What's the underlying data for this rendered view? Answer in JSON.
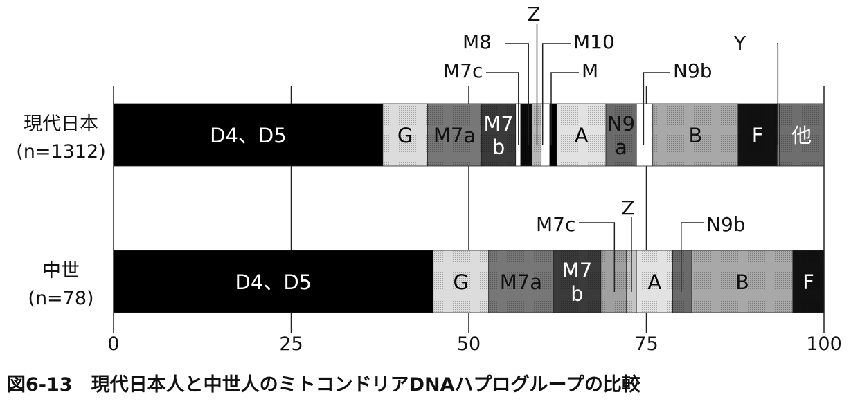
{
  "caption": "図6-13　現代日本人と中世人のミトコンドリアDNAハプログループの比較",
  "chart_data": {
    "type": "bar",
    "orientation": "horizontal-stacked",
    "title": "図6-13　現代日本人と中世人のミトコンドリアDNAハプログループの比較",
    "xlim": [
      0,
      100
    ],
    "xticks": [
      "0",
      "25",
      "50",
      "75",
      "100"
    ],
    "grid": true,
    "rows": [
      {
        "name": "現代日本",
        "n_label": "(n=1312)",
        "segments": [
          {
            "label": "D4、D5",
            "start": 0,
            "end": 37.9,
            "fill": "#000000",
            "text": "#ffffff"
          },
          {
            "label": "G",
            "start": 37.9,
            "end": 44.2,
            "fill": "#dcdcdc",
            "text": "#000000"
          },
          {
            "label": "M7a",
            "start": 44.2,
            "end": 51.8,
            "fill": "#777777",
            "text": "#111111"
          },
          {
            "label": "M7\nb",
            "start": 51.8,
            "end": 56.6,
            "fill": "#3a3a3a",
            "text": "#ffffff"
          },
          {
            "label": "",
            "name": "M7c",
            "start": 56.6,
            "end": 57.3,
            "fill": "#ffffff",
            "text": "#000000"
          },
          {
            "label": "",
            "name": "M8",
            "start": 57.3,
            "end": 58.9,
            "fill": "#0a0a0a",
            "text": "#ffffff"
          },
          {
            "label": "",
            "name": "Z",
            "start": 58.9,
            "end": 60.2,
            "fill": "#b8b8b8",
            "text": "#000000"
          },
          {
            "label": "",
            "name": "M10",
            "start": 60.2,
            "end": 61.4,
            "fill": "#ffffff",
            "text": "#000000"
          },
          {
            "label": "",
            "name": "M",
            "start": 61.4,
            "end": 62.4,
            "fill": "#000000",
            "text": "#ffffff"
          },
          {
            "label": "A",
            "start": 62.4,
            "end": 69.3,
            "fill": "#e2e2e2",
            "text": "#000000"
          },
          {
            "label": "N9\na",
            "start": 69.3,
            "end": 73.6,
            "fill": "#6a6a6a",
            "text": "#111111"
          },
          {
            "label": "",
            "name": "N9b",
            "start": 73.6,
            "end": 75.9,
            "fill": "#ffffff",
            "text": "#000000"
          },
          {
            "label": "B",
            "start": 75.9,
            "end": 87.9,
            "fill": "#a8a8a8",
            "text": "#111111"
          },
          {
            "label": "F",
            "start": 87.9,
            "end": 93.4,
            "fill": "#111111",
            "text": "#ffffff"
          },
          {
            "label": "",
            "name": "Y",
            "start": 93.4,
            "end": 93.7,
            "fill": "#888888",
            "text": "#000000"
          },
          {
            "label": "他",
            "start": 93.7,
            "end": 100,
            "fill": "#6e6e6e",
            "text": "#ffffff"
          }
        ],
        "callouts": [
          {
            "label": "M7c",
            "value": 57.0
          },
          {
            "label": "M8",
            "value": 58.4
          },
          {
            "label": "Z",
            "value": 59.6
          },
          {
            "label": "M10",
            "value": 60.4
          },
          {
            "label": "M",
            "value": 61.6
          },
          {
            "label": "N9b",
            "value": 74.6
          },
          {
            "label": "Y",
            "value": 93.5
          }
        ]
      },
      {
        "name": "中世",
        "n_label": "(n=78)",
        "segments": [
          {
            "label": "D4、D5",
            "start": 0,
            "end": 45.0,
            "fill": "#000000",
            "text": "#ffffff"
          },
          {
            "label": "G",
            "start": 45.0,
            "end": 52.8,
            "fill": "#dcdcdc",
            "text": "#000000"
          },
          {
            "label": "M7a",
            "start": 52.8,
            "end": 61.9,
            "fill": "#777777",
            "text": "#111111"
          },
          {
            "label": "M7\nb",
            "start": 61.9,
            "end": 68.6,
            "fill": "#3a3a3a",
            "text": "#ffffff"
          },
          {
            "label": "",
            "name": "M7c",
            "start": 68.6,
            "end": 72.2,
            "fill": "#a0a0a0",
            "text": "#000000"
          },
          {
            "label": "",
            "name": "Z",
            "start": 72.2,
            "end": 73.6,
            "fill": "#c4c4c4",
            "text": "#000000"
          },
          {
            "label": "A",
            "start": 73.6,
            "end": 78.7,
            "fill": "#e2e2e2",
            "text": "#000000"
          },
          {
            "label": "",
            "name": "N9b",
            "start": 78.7,
            "end": 81.4,
            "fill": "#6a6a6a",
            "text": "#000000"
          },
          {
            "label": "B",
            "start": 81.4,
            "end": 95.6,
            "fill": "#a8a8a8",
            "text": "#111111"
          },
          {
            "label": "F",
            "start": 95.6,
            "end": 100,
            "fill": "#111111",
            "text": "#ffffff"
          }
        ],
        "callouts": [
          {
            "label": "M7c",
            "value": 70.5
          },
          {
            "label": "Z",
            "value": 72.9
          },
          {
            "label": "N9b",
            "value": 79.9
          }
        ]
      }
    ]
  }
}
